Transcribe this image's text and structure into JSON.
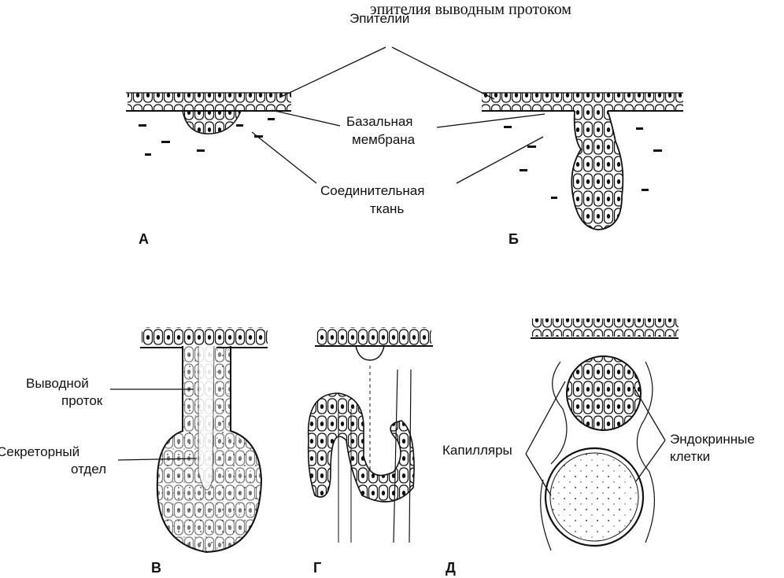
{
  "caption": {
    "line": "эпителия выводным протоком"
  },
  "labels": {
    "epithelium": "Эпителий",
    "basal_membrane_1": "Базальная",
    "basal_membrane_2": "мембрана",
    "connective_tissue_1": "Соединительная",
    "connective_tissue_2": "ткань",
    "excretory_duct_1": "Выводной",
    "excretory_duct_2": "проток",
    "secretory_part_1": "Секреторный",
    "secretory_part_2": "отдел",
    "capillaries": "Капилляры",
    "endocrine_cells_1": "Эндокринные",
    "endocrine_cells_2": "клетки"
  },
  "panels": {
    "a": "А",
    "b": "Б",
    "v": "В",
    "g": "Г",
    "d": "Д"
  }
}
